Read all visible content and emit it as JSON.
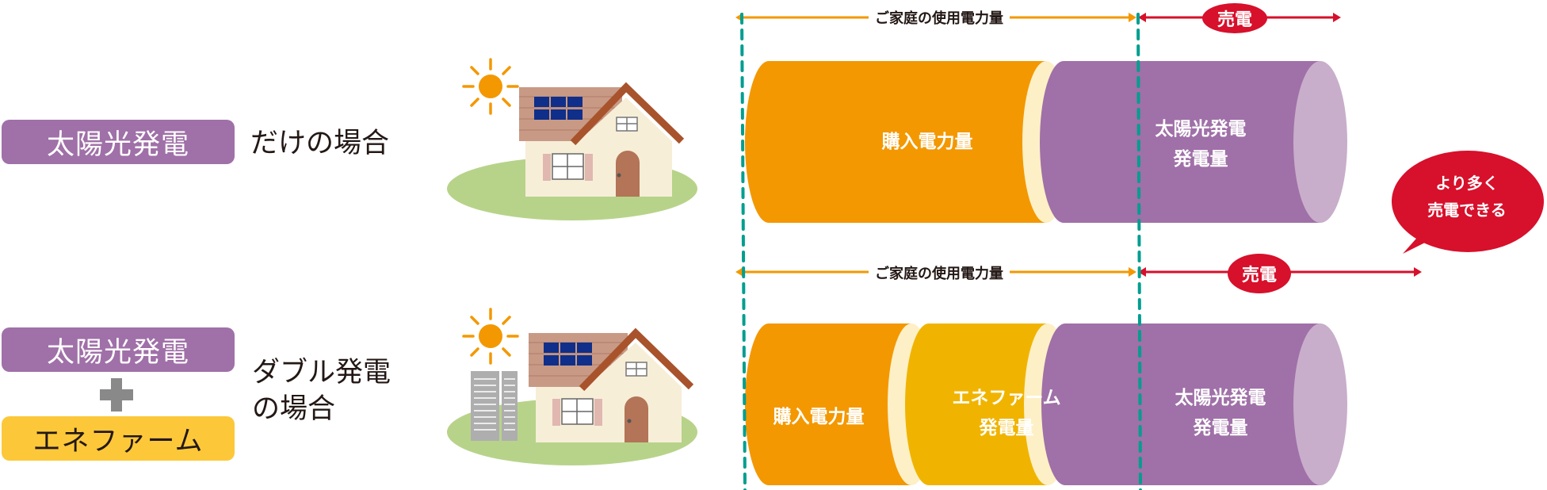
{
  "rows": [
    {
      "id": "solar-only",
      "tag": "太陽光発電",
      "caption": "だけの場合",
      "usage_label": "ご家庭の使用電力量",
      "sell_label": "売電",
      "segments": [
        {
          "label": "購入電力量",
          "color": "#f39800"
        },
        {
          "label_line1": "太陽光発電",
          "label_line2": "発電量",
          "color": "#a070a8"
        }
      ]
    },
    {
      "id": "double",
      "tag_top": "太陽光発電",
      "tag_bottom": "エネファーム",
      "caption_line1": "ダブル発電",
      "caption_line2": "の場合",
      "usage_label": "ご家庭の使用電力量",
      "sell_label": "売電",
      "segments": [
        {
          "label": "購入電力量",
          "color": "#f39800"
        },
        {
          "label_line1": "エネファーム",
          "label_line2": "発電量",
          "color": "#f0b400"
        },
        {
          "label_line1": "太陽光発電",
          "label_line2": "発電量",
          "color": "#a070a8"
        }
      ]
    }
  ],
  "callout": {
    "line1": "より多く",
    "line2": "売電できる",
    "color": "#d7102b"
  },
  "colors": {
    "purchase": "#f39800",
    "enefarm": "#f0b400",
    "solar": "#a070a8",
    "solar_end": "#c8aecb",
    "divider": "#fdf0c6",
    "guide": "#009e8f",
    "usage_arrow": "#f39800",
    "sell_arrow": "#d7102b"
  }
}
